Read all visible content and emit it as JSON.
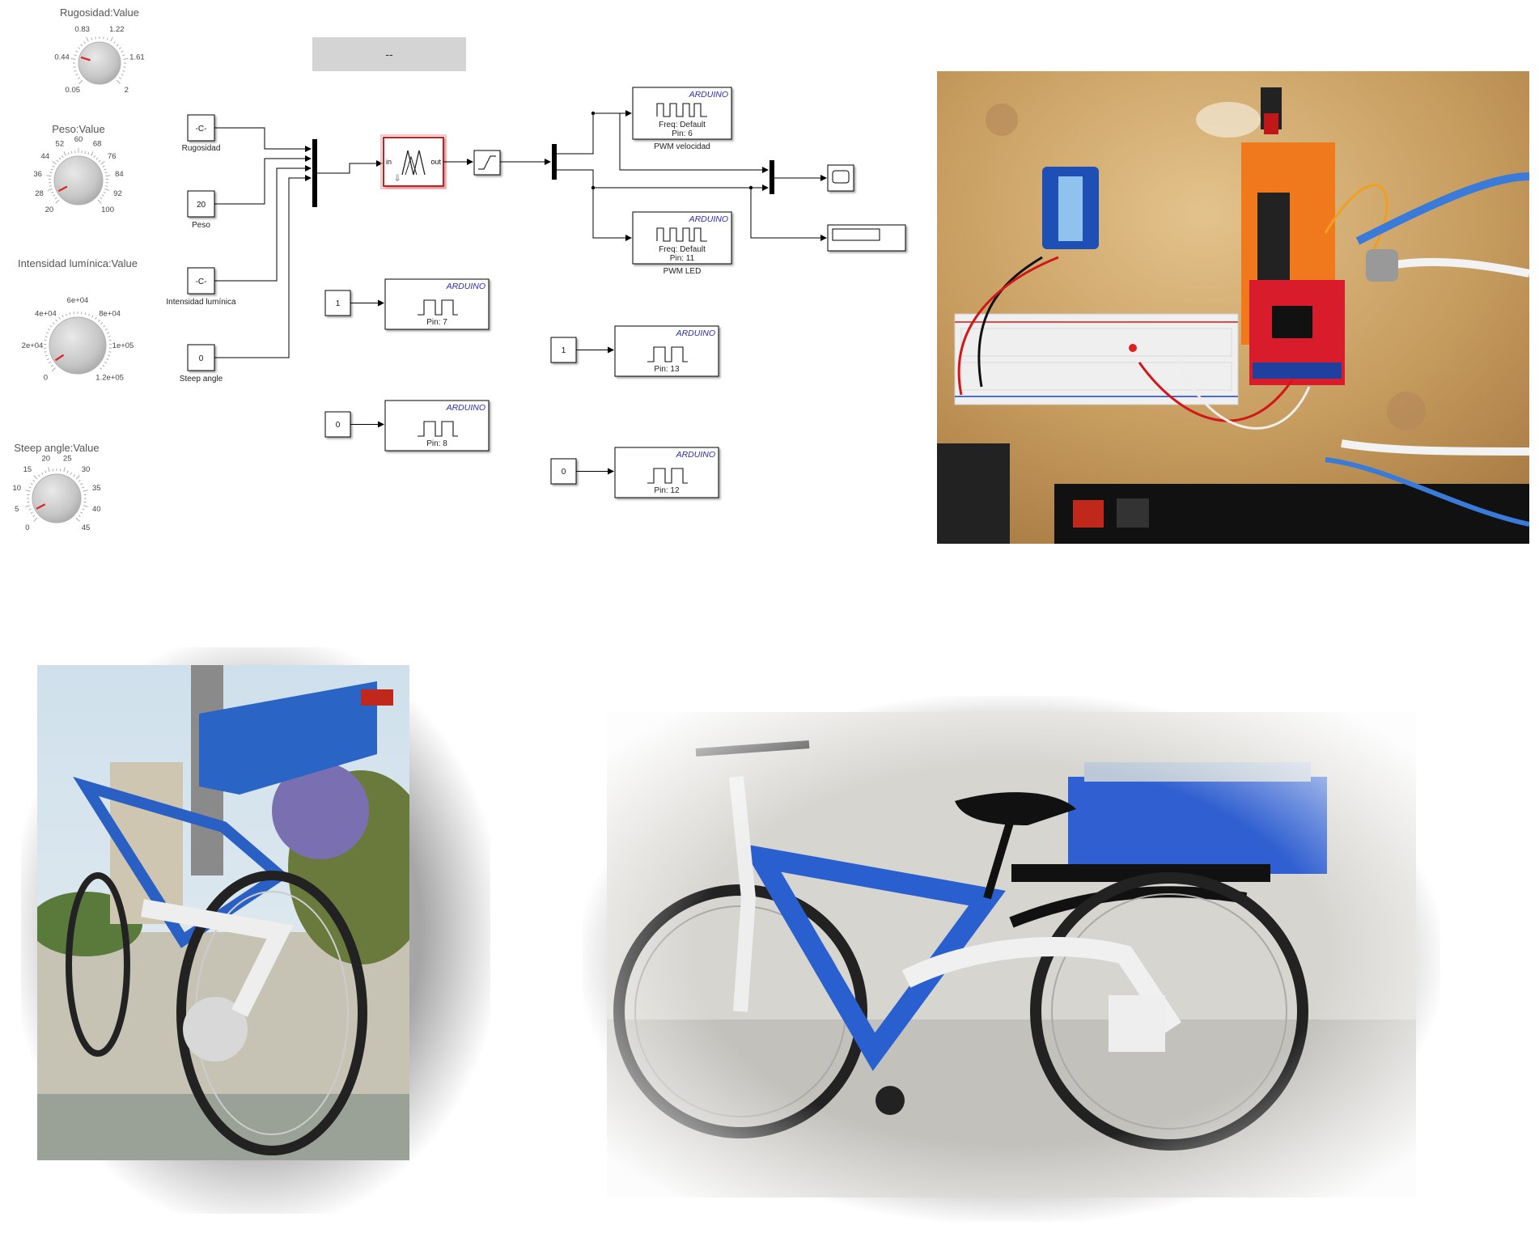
{
  "knobs": [
    {
      "title": "Rugosidad:Value",
      "labels": [
        "0.05",
        "0.44",
        "0.83",
        "1.22",
        "1.61",
        "2"
      ],
      "value": 0.5
    },
    {
      "title": "Peso:Value",
      "labels": [
        "20",
        "28",
        "36",
        "44",
        "52",
        "60",
        "68",
        "76",
        "84",
        "92",
        "100"
      ],
      "value": 25
    },
    {
      "title": "Intensidad lumínica:Value",
      "labels": [
        "0",
        "2e+04",
        "4e+04",
        "6e+04",
        "8e+04",
        "1e+05",
        "1.2e+05"
      ],
      "value": 5000
    },
    {
      "title": "Steep angle:Value",
      "labels": [
        "0",
        "5",
        "10",
        "15",
        "20",
        "25",
        "30",
        "35",
        "40",
        "45"
      ],
      "value": 3
    }
  ],
  "display_top": {
    "text": "--"
  },
  "inputs": [
    {
      "value": "-C-",
      "label": "Rugosidad"
    },
    {
      "value": "20",
      "label": "Peso"
    },
    {
      "value": "-C-",
      "label": "Intensidad lumínica"
    },
    {
      "value": "0",
      "label": "Steep angle"
    }
  ],
  "fuzzy": {
    "in": "in",
    "out": "out"
  },
  "pwm_blocks": [
    {
      "brand": "ARDUINO",
      "freq": "Freq: Default",
      "pin": "Pin: 6",
      "label": "PWM velocidad"
    },
    {
      "brand": "ARDUINO",
      "freq": "Freq: Default",
      "pin": "Pin: 11",
      "label": "PWM LED"
    }
  ],
  "digital_blocks": [
    {
      "brand": "ARDUINO",
      "const": "1",
      "pin": "Pin: 7"
    },
    {
      "brand": "ARDUINO",
      "const": "0",
      "pin": "Pin: 8"
    },
    {
      "brand": "ARDUINO",
      "const": "1",
      "pin": "Pin: 13"
    },
    {
      "brand": "ARDUINO",
      "const": "0",
      "pin": "Pin: 12"
    }
  ],
  "colors": {
    "arduino_text": "#2a2ab8",
    "fuzzy_border": "#e01818",
    "bus": "#000000",
    "line": "#000000"
  },
  "photos": [
    {
      "name": "arduino-breadboard-photo"
    },
    {
      "name": "electric-bike-rear-photo"
    },
    {
      "name": "electric-bike-side-photo"
    }
  ]
}
